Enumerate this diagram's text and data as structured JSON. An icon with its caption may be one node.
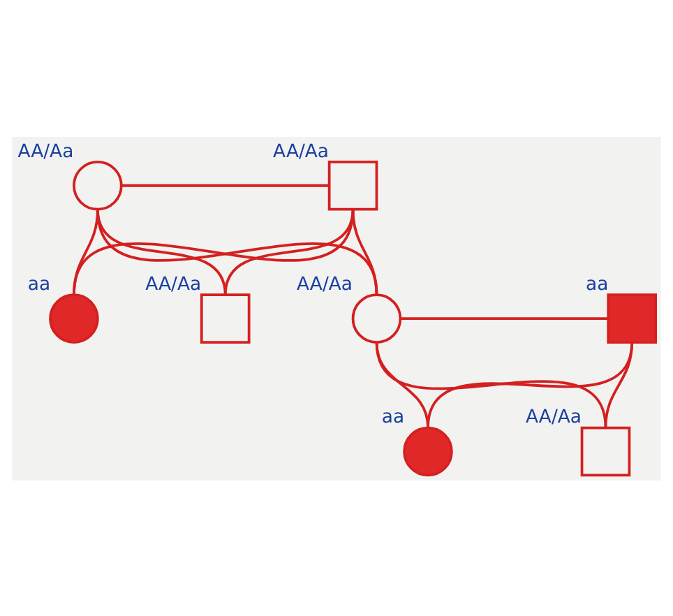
{
  "diagram": {
    "nodes": [
      {
        "text": [],
        "shape": "circle",
        "beside": [
          "AA/Aa"
        ]
      },
      {
        "text": [],
        "shape": "box",
        "beside": [
          "AA/Aa"
        ]
      },
      {
        "text": [],
        "shape": "circle",
        "beside": [
          "aa"
        ]
      },
      {
        "text": [],
        "shape": "box",
        "beside": [
          "AA/Aa"
        ]
      },
      {
        "text": [],
        "shape": "circle",
        "beside": [
          "AA/Aa"
        ]
      },
      {
        "text": [],
        "shape": "box",
        "beside": [
          "aa"
        ]
      },
      {
        "text": [],
        "shape": "circle",
        "beside": [
          "aa"
        ]
      },
      {
        "text": [],
        "shape": "box",
        "beside": [
          "AA/Aa"
        ]
      }
    ],
    "edges": [
      {
        "from": 0,
        "to": 1,
        "arrow": "none"
      },
      {
        "from": 0,
        "to": 2,
        "arrow": "none"
      },
      {
        "from": 0,
        "to": 3,
        "arrow": "none"
      },
      {
        "from": 0,
        "to": 4,
        "arrow": "none"
      },
      {
        "from": 1,
        "to": 2,
        "arrow": "none"
      },
      {
        "from": 1,
        "to": 3,
        "arrow": "none"
      },
      {
        "from": 1,
        "to": 4,
        "arrow": "none"
      },
      {
        "from": 4,
        "to": 5,
        "arrow": "none"
      },
      {
        "from": 4,
        "to": 6,
        "arrow": "none"
      },
      {
        "from": 4,
        "to": 7,
        "arrow": "none"
      },
      {
        "from": 5,
        "to": 6,
        "arrow": "none"
      },
      {
        "from": 5,
        "to": 7,
        "arrow": "none"
      }
    ]
  }
}
